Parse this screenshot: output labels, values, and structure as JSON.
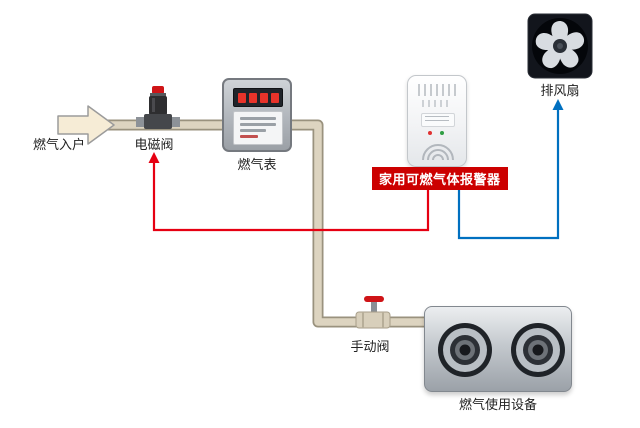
{
  "labels": {
    "gas_inlet": "燃气入户",
    "solenoid_valve": "电磁阀",
    "gas_meter": "燃气表",
    "gas_alarm": "家用可燃气体报警器",
    "exhaust_fan": "排风扇",
    "manual_valve": "手动阀",
    "gas_appliance": "燃气使用设备"
  },
  "colors": {
    "alarm_to_valve_line": "#e60012",
    "alarm_to_fan_line": "#0070c0",
    "pipe": "#ddd4c0",
    "pipe_outline": "#9a927e",
    "alarm_label_bg": "#cc0000",
    "alarm_label_text": "#ffffff"
  },
  "icons": {
    "gas_inlet_arrow": "right-arrow",
    "alarm_to_valve_arrow": "up-arrow",
    "alarm_to_fan_arrow": "up-arrow"
  }
}
